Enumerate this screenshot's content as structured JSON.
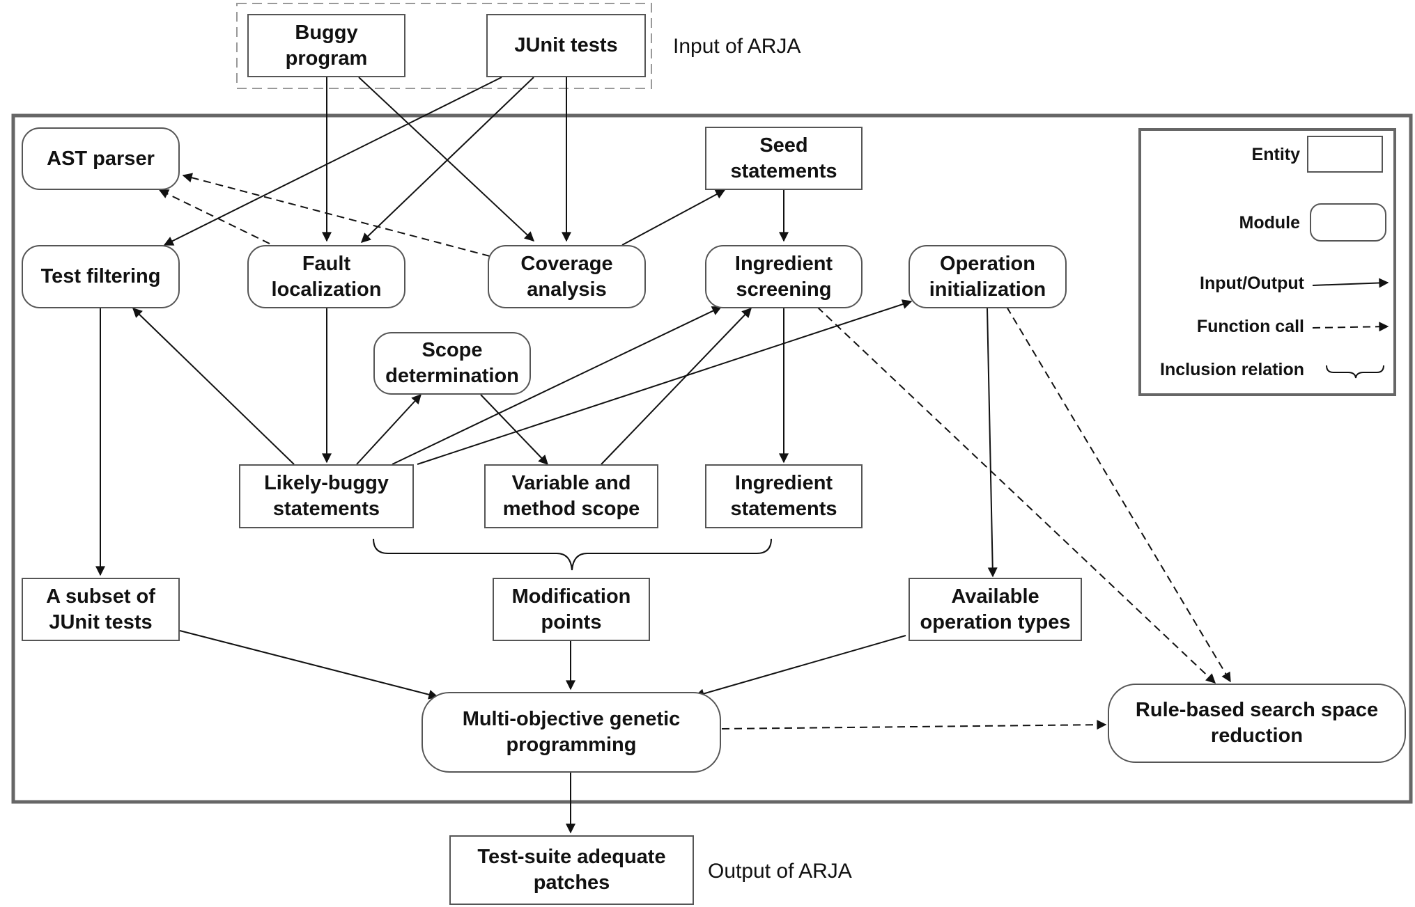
{
  "inputs": {
    "buggy_program": "Buggy\nprogram",
    "junit_tests": "JUnit tests",
    "caption": "Input of ARJA"
  },
  "nodes": {
    "ast_parser": "AST parser",
    "test_filtering": "Test filtering",
    "fault_localization": "Fault\nlocalization",
    "coverage_analysis": "Coverage\nanalysis",
    "seed_statements": "Seed\nstatements",
    "ingredient_screening": "Ingredient\nscreening",
    "operation_initialization": "Operation\ninitialization",
    "scope_determination": "Scope\ndetermination",
    "likely_buggy_statements": "Likely-buggy\nstatements",
    "variable_method_scope": "Variable and\nmethod scope",
    "ingredient_statements": "Ingredient\nstatements",
    "subset_junit_tests": "A subset of\nJUnit tests",
    "modification_points": "Modification\npoints",
    "available_operation_types": "Available\noperation types",
    "mogp": "Multi-objective genetic\nprogramming",
    "rule_based_reduction": "Rule-based search space\nreduction"
  },
  "output": {
    "patches": "Test-suite adequate\npatches",
    "caption": "Output of ARJA"
  },
  "legend": {
    "entity": "Entity",
    "module": "Module",
    "input_output": "Input/Output",
    "function_call": "Function call",
    "inclusion_relation": "Inclusion relation"
  }
}
